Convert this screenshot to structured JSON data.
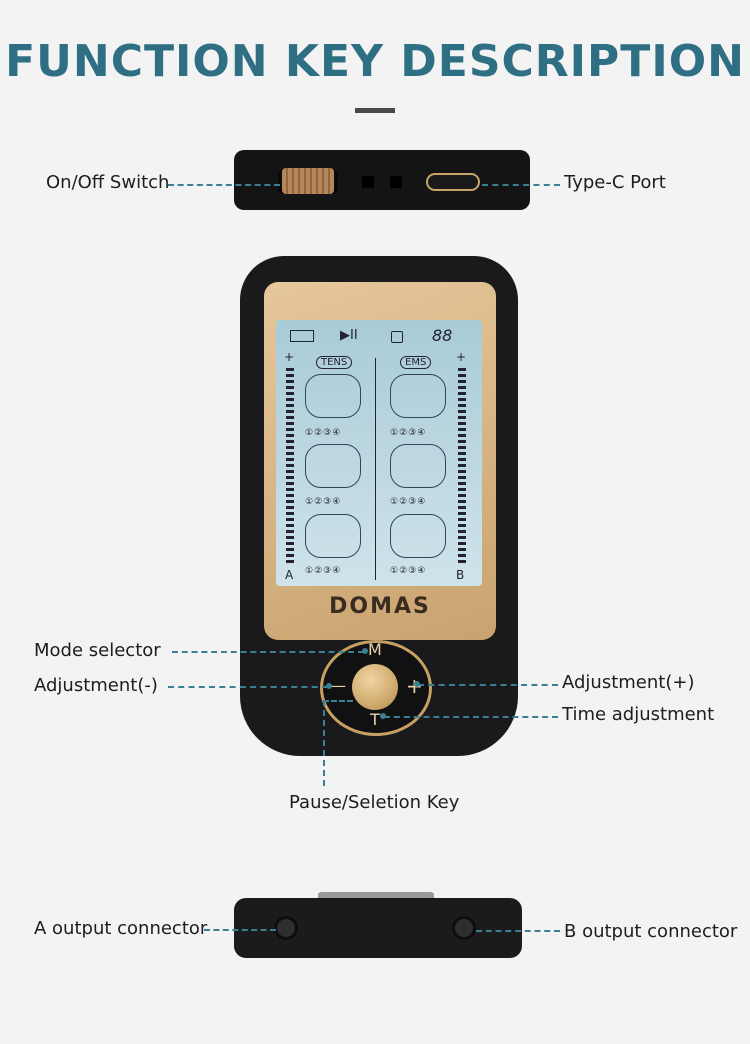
{
  "title": "FUNCTION KEY DESCRIPTION",
  "callouts": {
    "on_off_switch": "On/Off Switch",
    "type_c_port": "Type-C Port",
    "mode_selector": "Mode selector",
    "adjustment_minus": "Adjustment(-)",
    "adjustment_plus": "Adjustment(+)",
    "time_adjustment": "Time adjustment",
    "pause_selection_key": "Pause/Seletion Key",
    "a_output_connector": "A output connector",
    "b_output_connector": "B output connector"
  },
  "device": {
    "brand": "DOMAS",
    "lcd": {
      "play_pause": "▶II",
      "timer": "88",
      "tens_label": "TENS",
      "ems_label": "EMS",
      "channel_a": "A",
      "channel_b": "B",
      "plus_left": "+",
      "plus_right": "+",
      "intensity_digits": "①②③④"
    },
    "keys": {
      "mode": "M",
      "minus": "—",
      "plus": "+",
      "time": "T"
    }
  },
  "colors": {
    "title": "#2f6f84",
    "leader_line": "#3b7f92",
    "gold_accent": "#c8a064"
  }
}
